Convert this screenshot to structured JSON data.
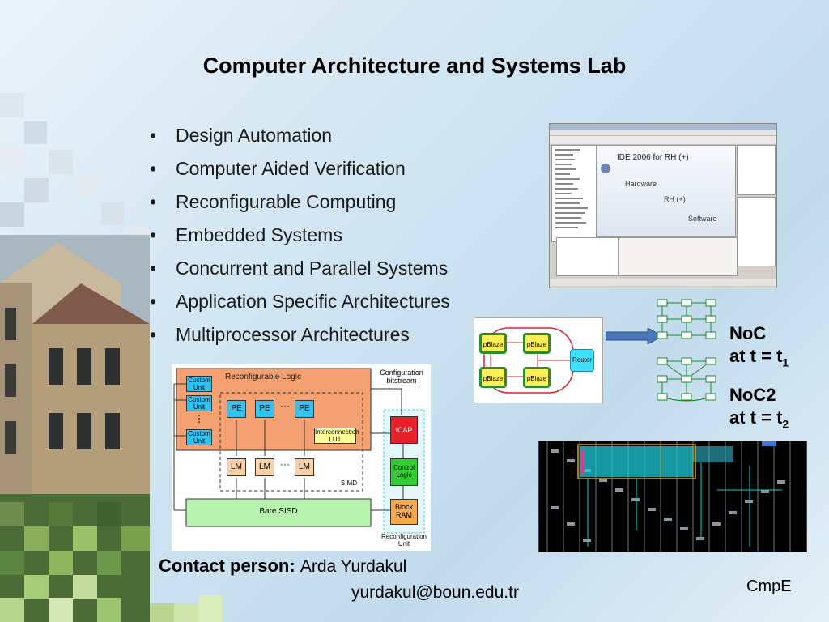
{
  "slide": {
    "title": "Computer Architecture and Systems Lab",
    "bullets": [
      "Design Automation",
      "Computer Aided Verification",
      "Reconfigurable Computing",
      "Embedded Systems",
      "Concurrent and Parallel Systems",
      "Application Specific Architectures",
      "Multiprocessor Architectures"
    ],
    "contact_label": "Contact person:",
    "contact_name": "Arda Yurdakul",
    "contact_email": "yurdakul@boun.edu.tr",
    "footer": "CmpE"
  },
  "ide_screenshot": {
    "title": "IDE 2006 for RH (+)",
    "hardware": "Hardware",
    "rh": "RH (+)",
    "software": "Software"
  },
  "block_diagram": {
    "reconfig_logic": "Reconfigurable Logic",
    "custom_unit": "Custom Unit",
    "dots": "⋮",
    "pe": "PE",
    "ellipsis": "···",
    "interconnection_lut": "Interconnection LUT",
    "lm": "LM",
    "simd": "SIMD",
    "bare_sisd": "Bare SISD",
    "config_bitstream": "Configuration bitstream",
    "icap": "ICAP",
    "control_logic": "Control Logic",
    "block_ram": "Block RAM",
    "reconfig_unit": "Reconfiguration Unit"
  },
  "noc_diagram": {
    "pblaze": "pBlaze",
    "router": "Router",
    "noc_line1": "NoC",
    "noc_line2_prefix": "at t = t",
    "noc_sub": "1",
    "noc2_line1": "NoC2",
    "noc2_sub": "2"
  },
  "colors": {
    "orange": "#f4a070",
    "pe_blue": "#33c2f0",
    "lm_peach": "#fbd0a8",
    "icap_red": "#e8202a",
    "control_green": "#33cc33",
    "block_orange": "#f9a94a",
    "sisd_green": "#b9f3b0"
  }
}
